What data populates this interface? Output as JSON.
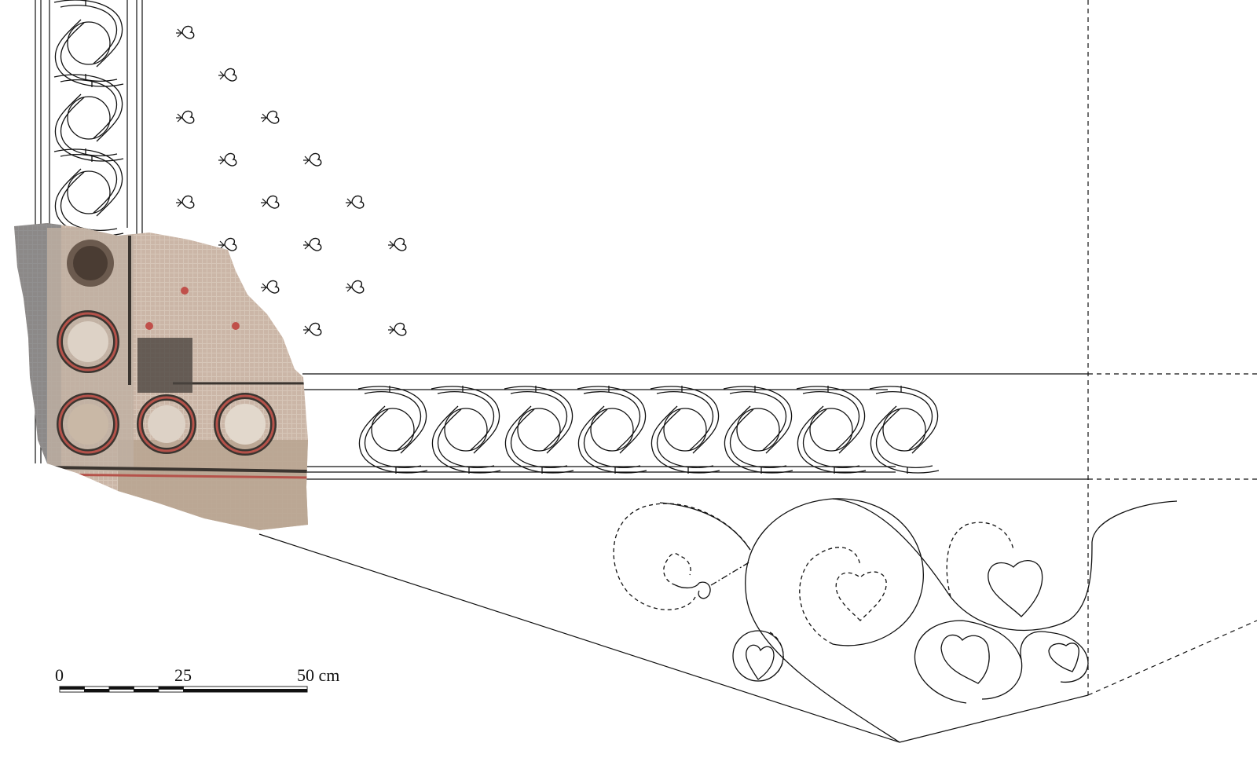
{
  "scale_bar": {
    "labels": [
      "0",
      "25",
      "50 cm"
    ],
    "ticks_cm": [
      0,
      5,
      10,
      15,
      20,
      25,
      50
    ],
    "max_cm": 50
  },
  "colors": {
    "line": "#111111",
    "mosaic_ground": "#c9b3a4",
    "mosaic_dark": "#3b3530",
    "mosaic_red": "#b5524a",
    "mosaic_light": "#ddd2c6"
  },
  "icons": {
    "motif": "ivy-leaf-icon",
    "photo": "mosaic-fragment-photo"
  },
  "motif_grid": {
    "columns": 6,
    "rows": 8,
    "pattern": "staggered"
  },
  "guilloche_vertical_units": 3,
  "guilloche_horizontal_units": 8
}
